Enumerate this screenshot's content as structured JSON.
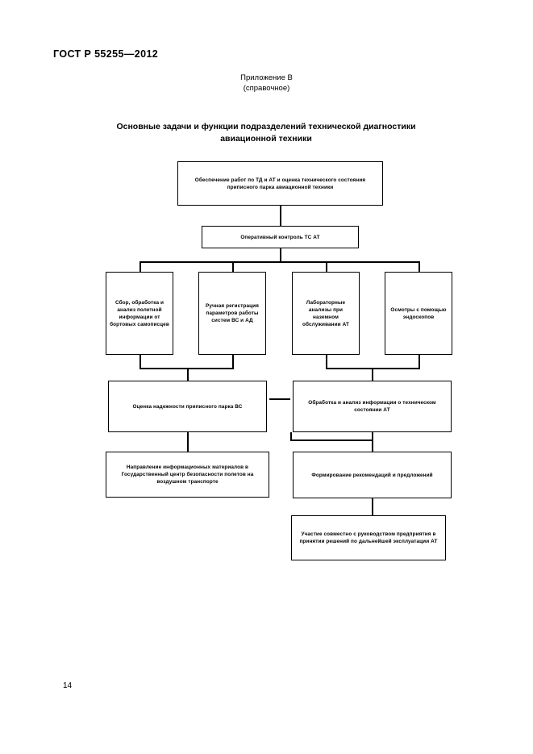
{
  "document": {
    "standard_header": "ГОСТ Р 55255—2012",
    "page_number": "14"
  },
  "appendix": {
    "label": "Приложение В",
    "sublabel": "(справочное)"
  },
  "title": {
    "line1": "Основные задачи и функции подразделений технической диагностики",
    "line2": "авиационной техники"
  },
  "chart_data": {
    "type": "diagram",
    "title": "Основные задачи и функции подразделений технической диагностики авиационной техники",
    "nodes": [
      {
        "id": "n1",
        "text": "Обеспечение работ по ТД и АТ и оценка технического состояния приписного парка авиационной техники"
      },
      {
        "id": "n2",
        "text": "Оперативный контроль ТС АТ"
      },
      {
        "id": "n3",
        "text": "Сбор, обработка и анализ полетной информации от бортовых самописцев"
      },
      {
        "id": "n4",
        "text": "Ручная регистрация параметров работы систем ВС и АД"
      },
      {
        "id": "n5",
        "text": "Лабораторные анализы при наземном обслуживании АТ"
      },
      {
        "id": "n6",
        "text": "Осмотры с помощью эндоскопов"
      },
      {
        "id": "n7",
        "text": "Оценка надежности приписного парка ВС"
      },
      {
        "id": "n8",
        "text": "Обработка и анализ информации о техническом состоянии АТ"
      },
      {
        "id": "n9",
        "text": "Направление информационных материалов в Государственный центр безопасности полетов на воздушном транспорте"
      },
      {
        "id": "n10",
        "text": "Формирование рекомендаций и предложений"
      },
      {
        "id": "n11",
        "text": "Участие совместно с руководством предприятия в принятии решений по дальнейшей эксплуатации АТ"
      }
    ],
    "edges": [
      {
        "from": "n1",
        "to": "n2"
      },
      {
        "from": "n2",
        "to": "n3"
      },
      {
        "from": "n2",
        "to": "n4"
      },
      {
        "from": "n2",
        "to": "n5"
      },
      {
        "from": "n2",
        "to": "n6"
      },
      {
        "from": "n3",
        "to": "n7"
      },
      {
        "from": "n4",
        "to": "n7"
      },
      {
        "from": "n5",
        "to": "n8"
      },
      {
        "from": "n6",
        "to": "n8"
      },
      {
        "from": "n7",
        "to": "n9"
      },
      {
        "from": "n8",
        "to": "n7"
      },
      {
        "from": "n8",
        "to": "n10"
      },
      {
        "from": "n10",
        "to": "n11"
      }
    ]
  }
}
